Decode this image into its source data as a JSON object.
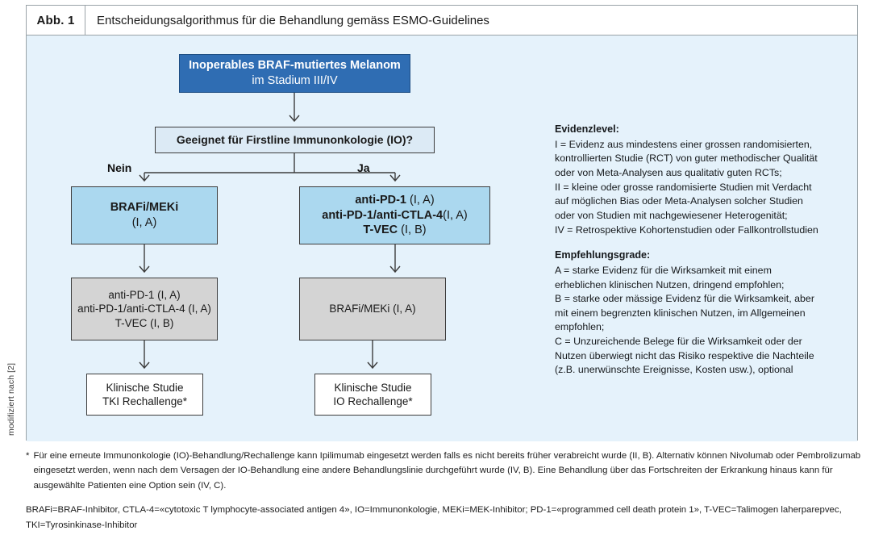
{
  "side_credit": "modifiziert nach [2]",
  "figure": {
    "number": "Abb. 1",
    "title": "Entscheidungsalgorithmus für die Behandlung gemäss ESMO-Guidelines"
  },
  "flowchart": {
    "root": {
      "line1": "Inoperables BRAF-mutiertes Melanom",
      "line2": "im Stadium III/IV"
    },
    "question": "Geeignet für Firstline Immunonkologie (IO)?",
    "branch_no_label": "Nein",
    "branch_yes_label": "Ja",
    "firstline_no": {
      "line1": "BRAFi/MEKi",
      "line2": "(I, A)"
    },
    "firstline_yes": {
      "l1_bold": "anti-PD-1",
      "l1_plain": " (I, A)",
      "l2_bold": "anti-PD-1/anti-CTLA-4",
      "l2_plain": "(I, A)",
      "l3_bold": "T-VEC",
      "l3_plain": " (I, B)"
    },
    "secondline_left": {
      "line1": "anti-PD-1 (I, A)",
      "line2": "anti-PD-1/anti-CTLA-4 (I, A)",
      "line3": "T-VEC (I, B)"
    },
    "secondline_right": {
      "line1": "BRAFi/MEKi (I, A)"
    },
    "trial_left": {
      "line1": "Klinische Studie",
      "line2": "TKI Rechallenge*"
    },
    "trial_right": {
      "line1": "Klinische Studie",
      "line2": "IO Rechallenge*"
    }
  },
  "legend": {
    "evidence_heading": "Evidenzlevel:",
    "evidence_lines": [
      "I = Evidenz aus mindestens einer grossen randomisierten,",
      "kontrollierten Studie (RCT) von guter methodischer Qualität",
      "oder von Meta-Analysen aus qualitativ guten RCTs;",
      "II = kleine oder grosse randomisierte Studien mit Verdacht",
      "auf möglichen Bias oder Meta-Analysen solcher Studien",
      "oder von Studien mit nachgewiesener Heterogenität;",
      "IV = Retrospektive Kohortenstudien oder Fallkontrollstudien"
    ],
    "grades_heading": "Empfehlungsgrade:",
    "grades_lines": [
      "A = starke Evidenz für die Wirksamkeit mit einem",
      "erheblichen klinischen Nutzen, dringend empfohlen;",
      "B = starke oder mässige Evidenz für die Wirksamkeit, aber",
      "mit einem begrenzten klinischen Nutzen, im Allgemeinen",
      "empfohlen;",
      "C = Unzureichende Belege für die Wirksamkeit oder der",
      "Nutzen überwiegt nicht das Risiko respektive die Nachteile",
      "(z.B. unerwünschte Ereignisse, Kosten usw.), optional"
    ]
  },
  "footnotes": {
    "star_marker": "*",
    "star_text": "Für eine erneute Immunonkologie (IO)-Behandlung/Rechallenge kann Ipilimumab eingesetzt werden falls es nicht bereits früher verabreicht wurde (II, B). Alternativ können Nivolumab oder Pembrolizumab eingesetzt werden, wenn nach dem Versagen der IO-Behandlung eine andere Behandlungslinie durchgeführt wurde (IV, B). Eine Behandlung über das Fortschreiten der Erkrankung hinaus kann für ausgewählte Patienten eine Option sein (IV, C).",
    "abbreviations": "BRAFi=BRAF-Inhibitor, CTLA-4=«cytotoxic T lymphocyte-associated antigen 4», IO=Immunonkologie, MEKi=MEK-Inhibitor; PD-1=«programmed cell death protein 1», T-VEC=Talimogen laherparepvec, TKI=Tyrosinkinase-Inhibitor"
  },
  "colors": {
    "panel_background": "#e5f2fb",
    "node_dark_blue": "#2f6db3",
    "node_light_blue": "#abd8ef",
    "node_pale_blue": "#dceaf5",
    "node_gray": "#d4d4d4",
    "frame_border": "#9aa3a8",
    "connector": "#3d3d3d"
  }
}
